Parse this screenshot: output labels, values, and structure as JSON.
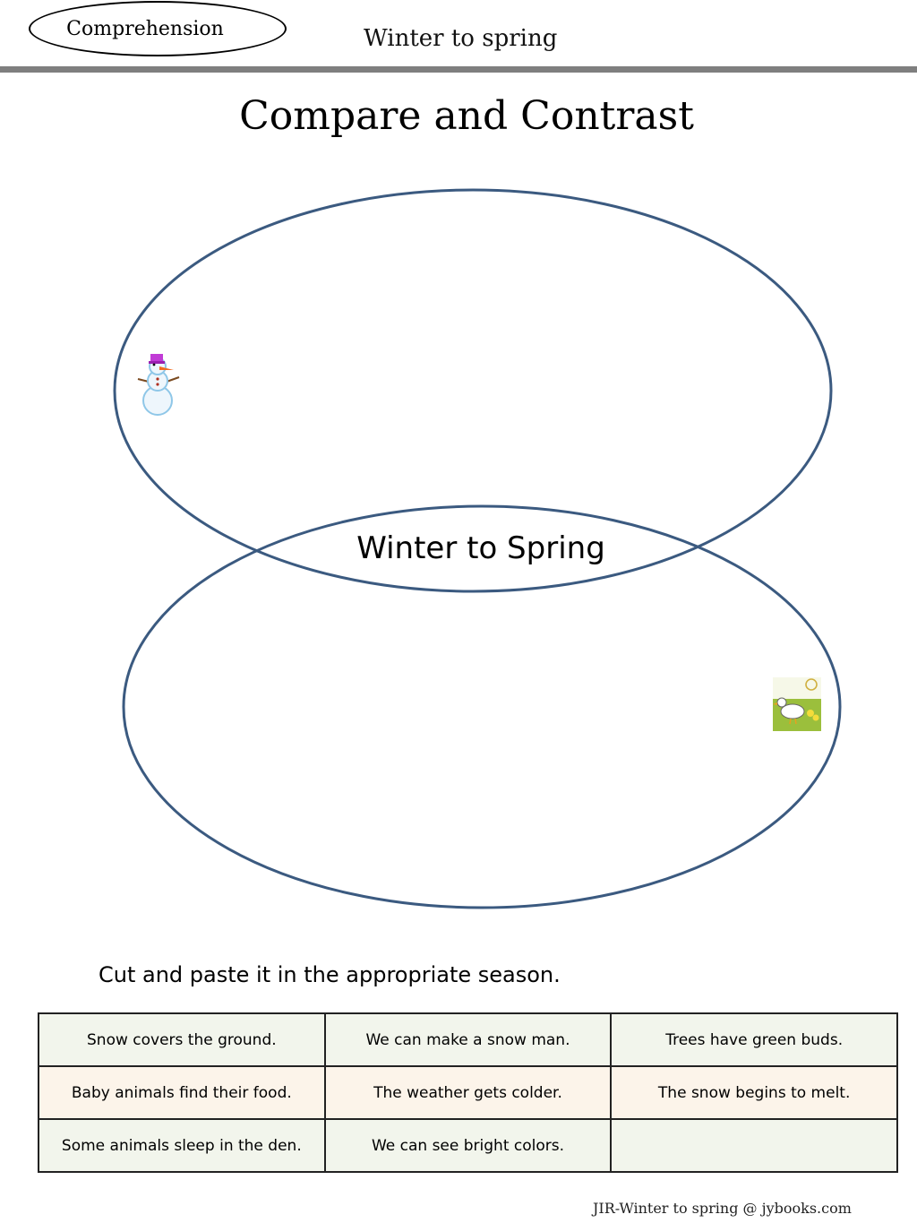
{
  "header": {
    "tag": "Comprehension",
    "title": "Winter to spring"
  },
  "page_title": "Compare and Contrast",
  "venn": {
    "overlap_label": "Winter to Spring",
    "top_icon": "snowman-icon",
    "bottom_icon": "duck-meadow-icon",
    "outline_color": "#3b5a80"
  },
  "instruction": "Cut  and paste it in the appropriate season.",
  "cards": [
    [
      "Snow covers the ground.",
      "We can make a snow man.",
      "Trees have green buds."
    ],
    [
      "Baby animals find their food.",
      "The weather gets colder.",
      "The snow begins to melt."
    ],
    [
      "Some animals sleep in the den.",
      "We can see bright colors.",
      ""
    ]
  ],
  "footer": "JIR-Winter to spring @ jybooks.com"
}
